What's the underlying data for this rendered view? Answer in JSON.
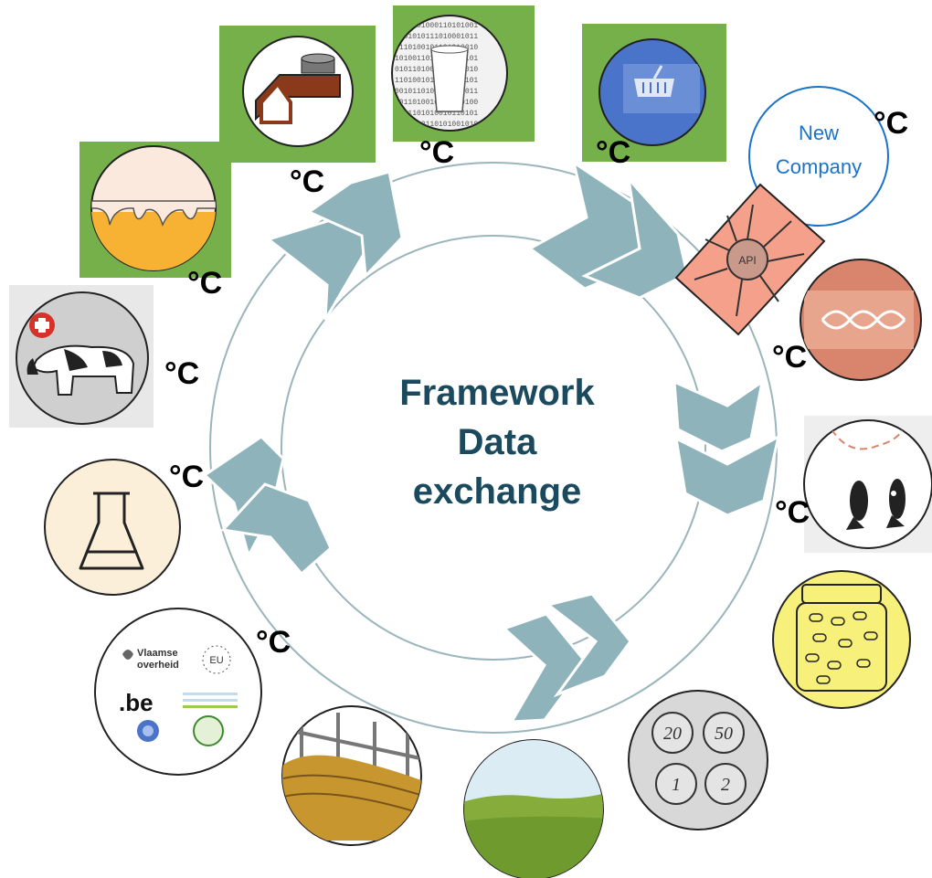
{
  "center": {
    "line1": "Framework",
    "line2": "Data",
    "line3": "exchange"
  },
  "new_company": {
    "line1": "New",
    "line2": "Company"
  },
  "degree_symbol": "°C",
  "logos": {
    "vlaamse_1": "Vlaamse",
    "vlaamse_2": "overheid",
    "eu": "EU",
    "be": ".be"
  },
  "colors": {
    "tile_green": "#76b04a",
    "arrow_fill": "#8fb3ba",
    "arrow_stroke": "#ffffff",
    "ring_stroke": "#9bb5bc",
    "center_text": "#1b4a5e",
    "company_text": "#1a73c9",
    "api_fill": "#f4a08a",
    "dna_fill": "#d9846d",
    "pills_fill": "#f7f07a",
    "lab_fill": "#fbefd9",
    "basket_fill": "#4a74c9"
  },
  "icons": [
    "egg-yolk-icon",
    "barn-icon",
    "milk-glass-icon",
    "shopping-basket-icon",
    "api-network-icon",
    "dna-icon",
    "fish-icon",
    "pill-jar-icon",
    "coins-icon",
    "grass-field-icon",
    "hay-bale-icon",
    "partner-logos-icon",
    "lab-flask-icon",
    "sick-cow-icon"
  ]
}
